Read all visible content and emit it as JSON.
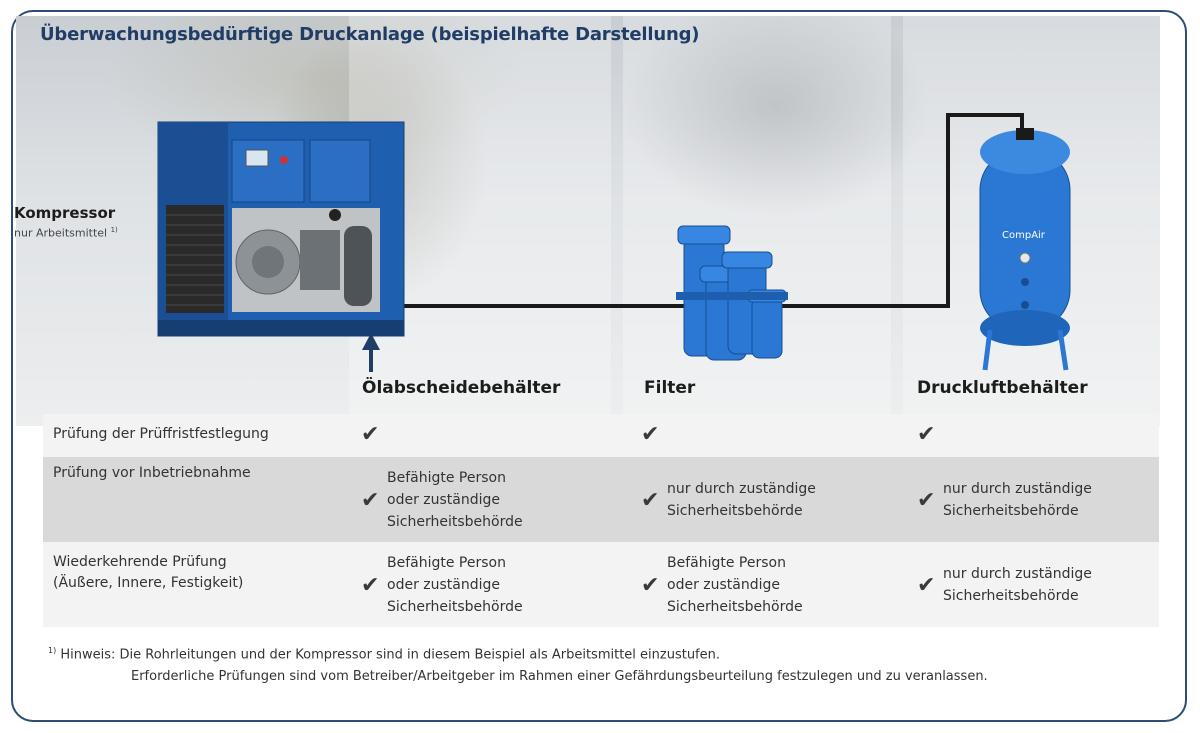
{
  "title": "Überwachungsbedürftige Druckanlage (beispielhafte Darstellung)",
  "kompressor": {
    "title": "Kompressor",
    "subtitle": "nur Arbeitsmittel",
    "footnote_marker": "1)"
  },
  "columns": [
    {
      "label": "Ölabscheidebehälter"
    },
    {
      "label": "Filter"
    },
    {
      "label": "Druckluftbehälter"
    }
  ],
  "tank_brand": "CompAir",
  "check_symbol": "✔",
  "rows": [
    {
      "label": "Prüfung der Prüffristfestlegung",
      "cells": [
        "",
        "",
        ""
      ]
    },
    {
      "label": "Prüfung vor Inbetriebnahme",
      "cells": [
        "Befähigte Person\noder zuständige\nSicherheitsbehörde",
        "nur durch zuständige\nSicherheitsbehörde",
        "nur durch zuständige\nSicherheitsbehörde"
      ]
    },
    {
      "label": "Wiederkehrende Prüfung\n(Äußere, Innere, Festigkeit)",
      "cells": [
        "Befähigte Person\noder zuständige\nSicherheitsbehörde",
        "Befähigte Person\noder zuständige\nSicherheitsbehörde",
        "nur durch zuständige\nSicherheitsbehörde"
      ]
    }
  ],
  "footnote": {
    "marker": "1)",
    "line1": "Hinweis: Die Rohrleitungen und der Kompressor sind in diesem Beispiel als Arbeitsmittel einzustufen.",
    "line2": "Erforderliche Prüfungen sind vom Betreiber/Arbeitgeber im Rahmen einer Gefährdungsbeurteilung festzulegen und zu veranlassen."
  },
  "colors": {
    "title": "#1f3d66",
    "equipment_blue": "#1f5fb0",
    "frame": "#2a4e74"
  }
}
